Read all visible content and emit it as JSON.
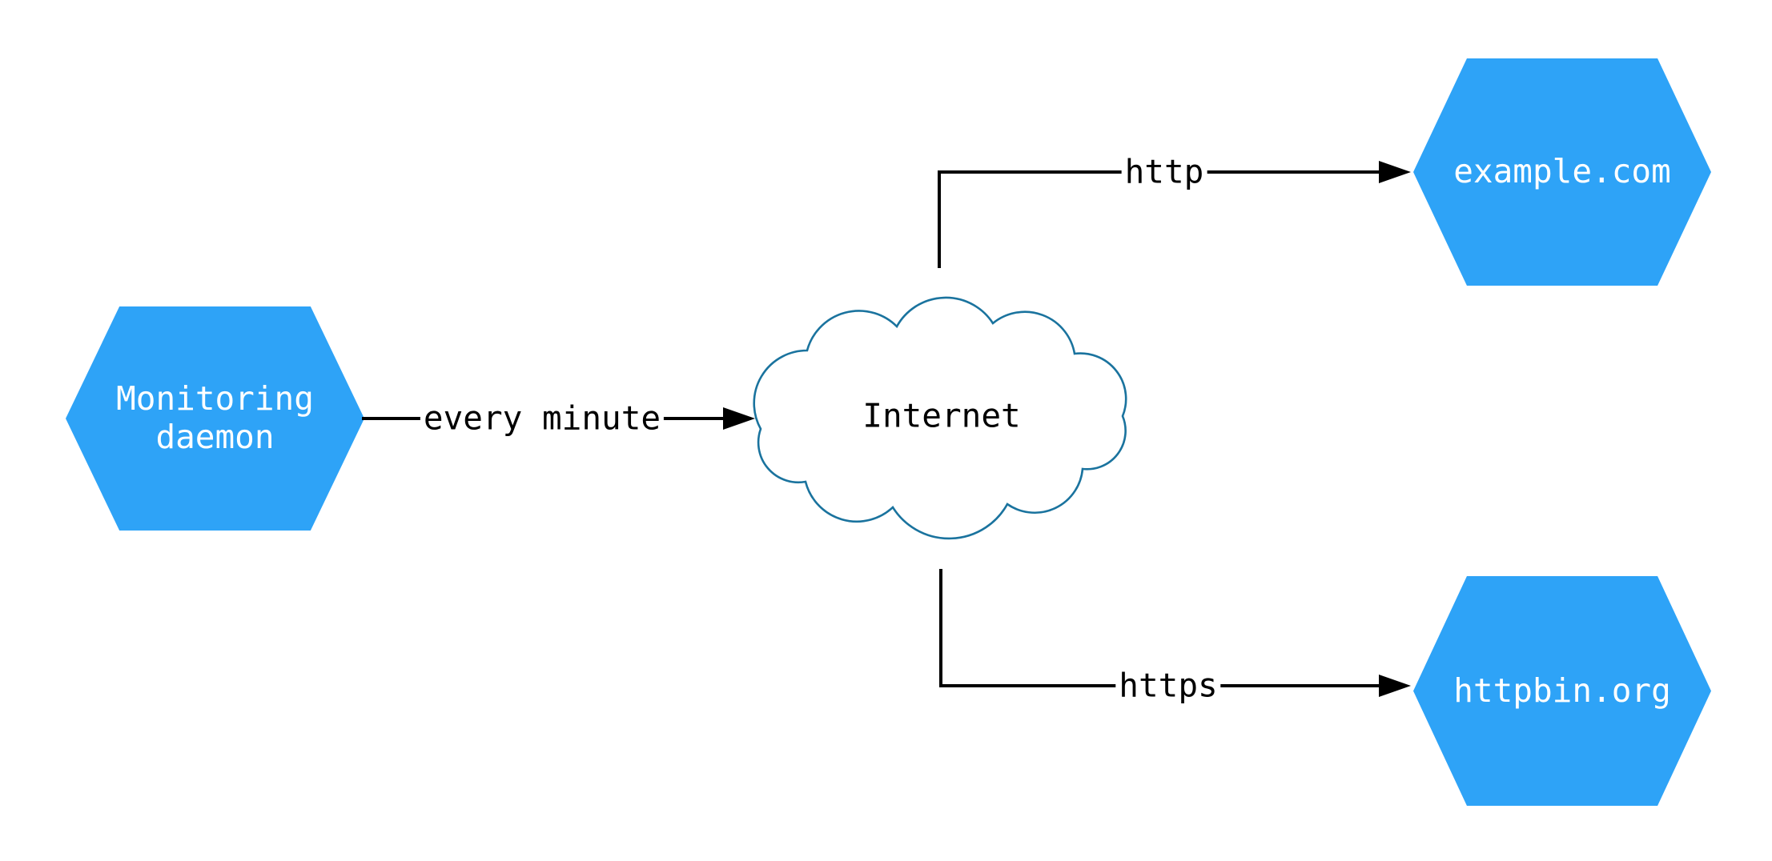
{
  "diagram": {
    "colors": {
      "hexagon_fill": "#2EA3F7",
      "hexagon_text": "#FFFFFF",
      "cloud_stroke": "#1A739E",
      "cloud_fill": "#FFFFFF",
      "connector": "#000000",
      "edge_label_text": "#000000",
      "canvas_bg": "#FFFFFF"
    },
    "nodes": {
      "monitoring": {
        "shape": "hexagon",
        "label_line1": "Monitoring",
        "label_line2": "daemon"
      },
      "internet": {
        "shape": "cloud",
        "label": "Internet"
      },
      "example": {
        "shape": "hexagon",
        "label": "example.com"
      },
      "httpbin": {
        "shape": "hexagon",
        "label": "httpbin.org"
      }
    },
    "edges": [
      {
        "from": "monitoring",
        "to": "internet",
        "label": "every minute"
      },
      {
        "from": "internet",
        "to": "example",
        "label": "http"
      },
      {
        "from": "internet",
        "to": "httpbin",
        "label": "https"
      }
    ]
  }
}
